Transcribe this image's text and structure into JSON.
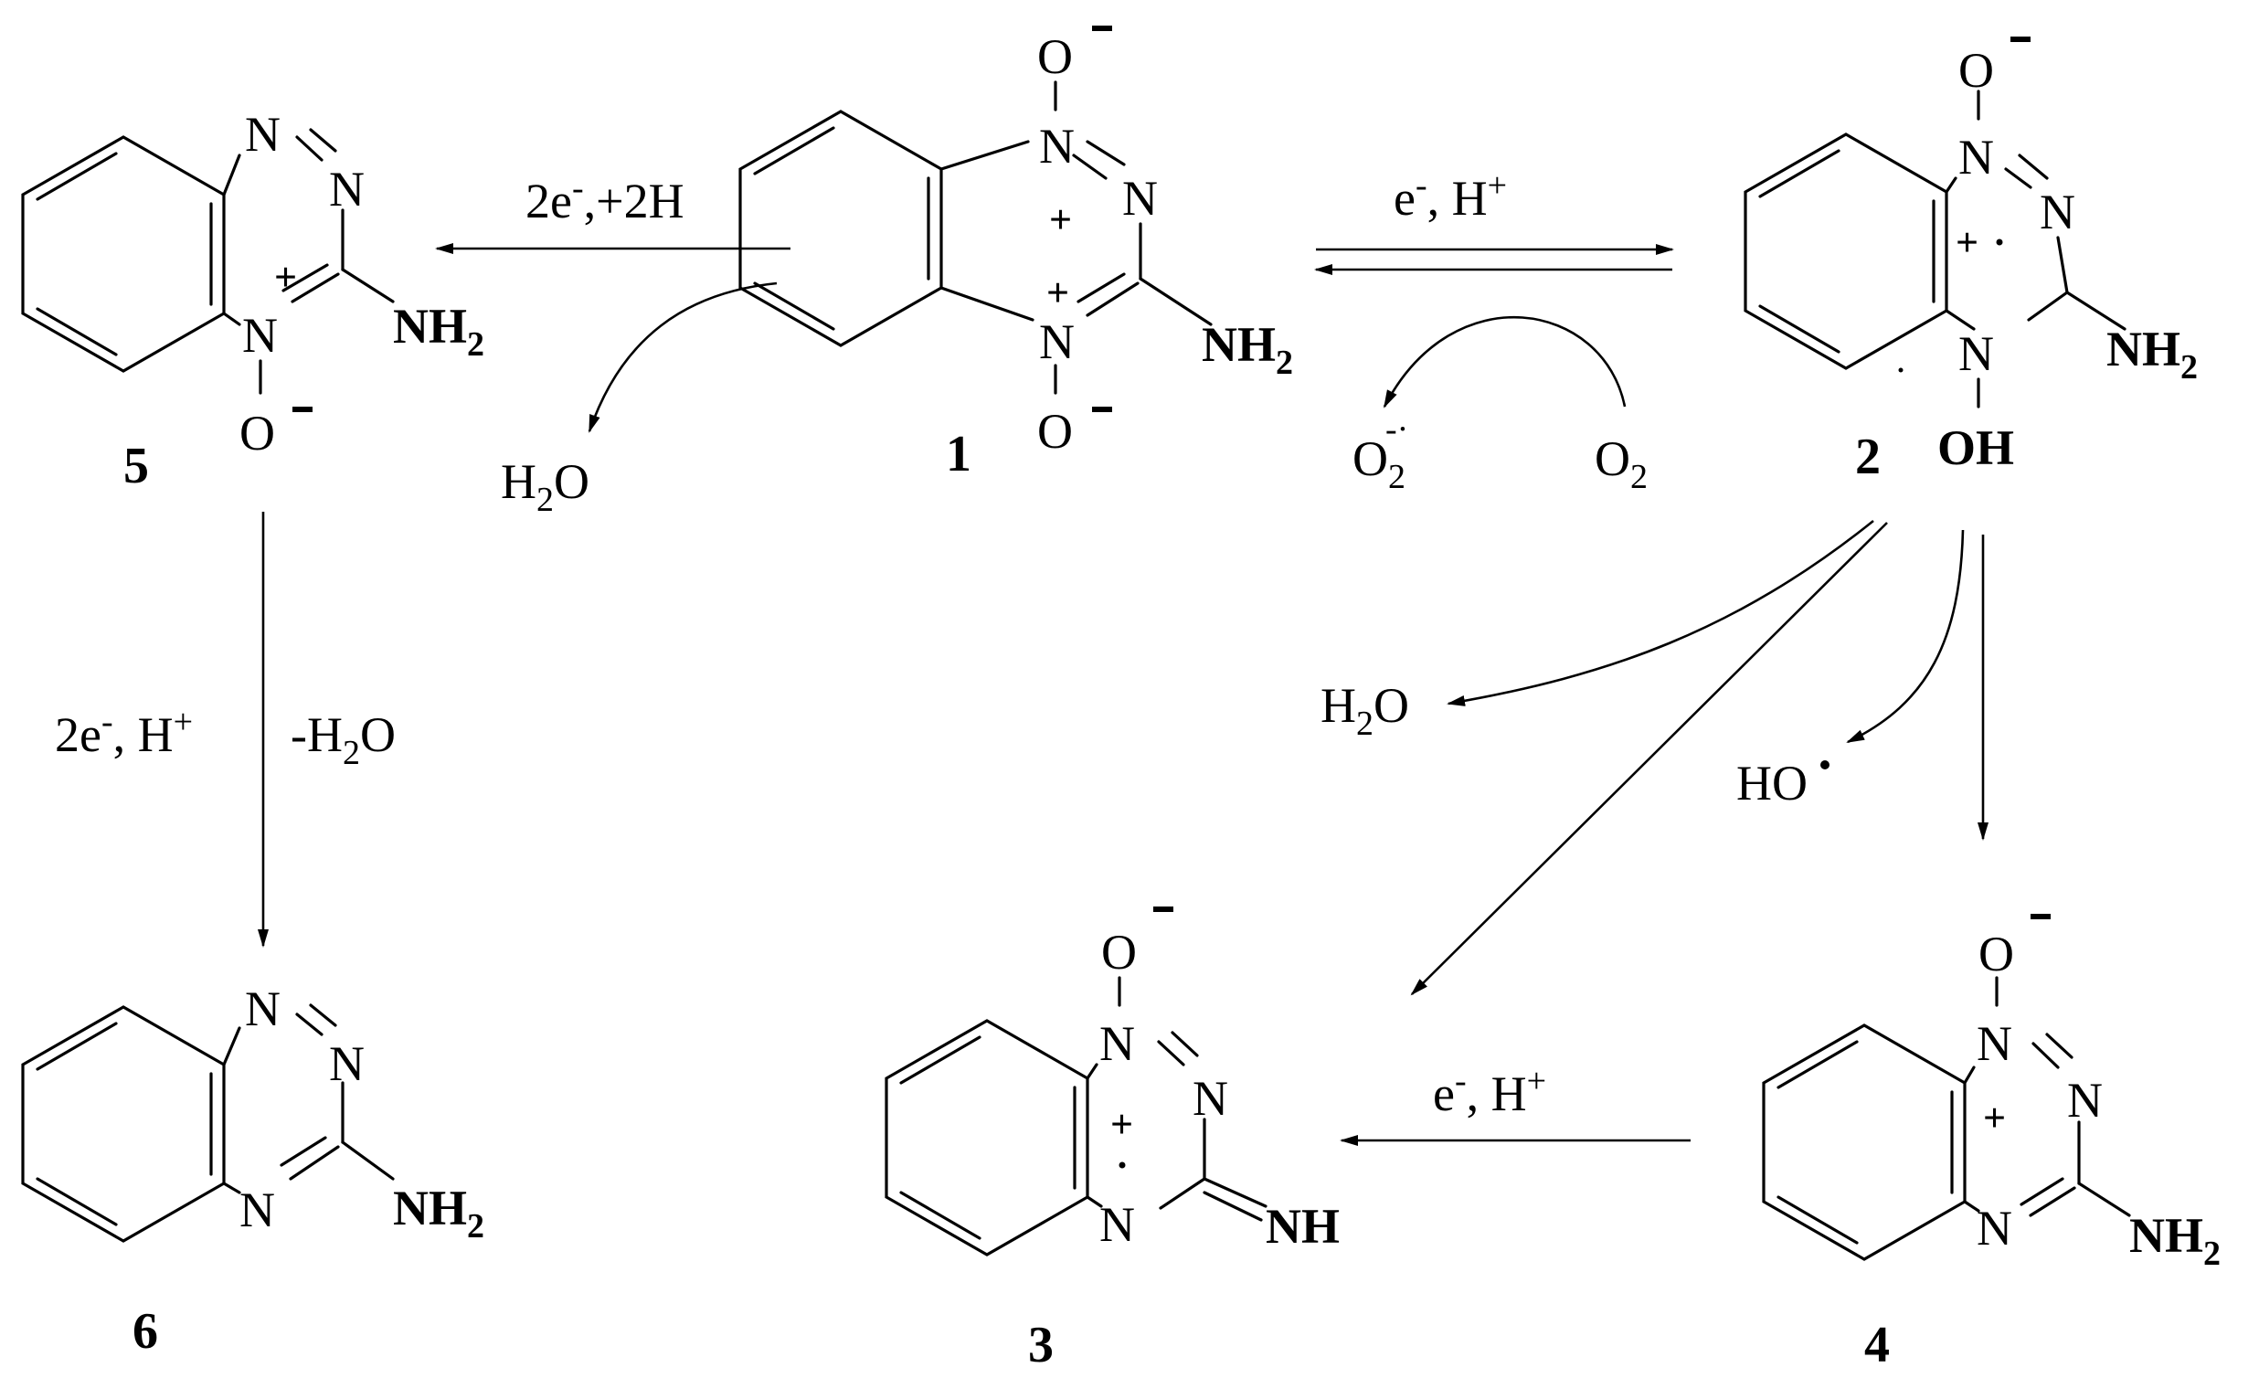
{
  "compounds": {
    "c1": {
      "label": "1"
    },
    "c2": {
      "label": "2"
    },
    "c3": {
      "label": "3"
    },
    "c4": {
      "label": "4"
    },
    "c5": {
      "label": "5"
    },
    "c6": {
      "label": "6"
    }
  },
  "atoms": {
    "n": "N",
    "o": "O",
    "nh2": "NH",
    "nh2_sub": "2",
    "nh": "NH",
    "oh": "OH",
    "plus": "+",
    "minus": "−"
  },
  "reagents": {
    "r1_to_5": "2e",
    "r1_to_5_sup": "-",
    "r1_to_5_rest": ",+2H",
    "water1": "H",
    "water_sub": "2",
    "water_o": "O",
    "r1_to_2": "e",
    "r1_to_2_sup": "-",
    "r1_to_2_rest": ", H",
    "r1_to_2_sup2": "+",
    "superoxide": "O",
    "superoxide_sub": "2",
    "superoxide_sup": "-·",
    "oxygen": "O",
    "oxygen_sub": "2",
    "r5_to_6a": "2e",
    "r5_to_6a_sup": "-",
    "r5_to_6a_rest": ", H",
    "r5_to_6a_sup2": "+",
    "r5_to_6b": "-H",
    "r5_to_6b_sub": "2",
    "r5_to_6b_rest": "O",
    "hydroxyl": "HO",
    "r4_to_3": "e",
    "r4_to_3_sup": "-",
    "r4_to_3_rest": ", H",
    "r4_to_3_sup2": "+"
  }
}
